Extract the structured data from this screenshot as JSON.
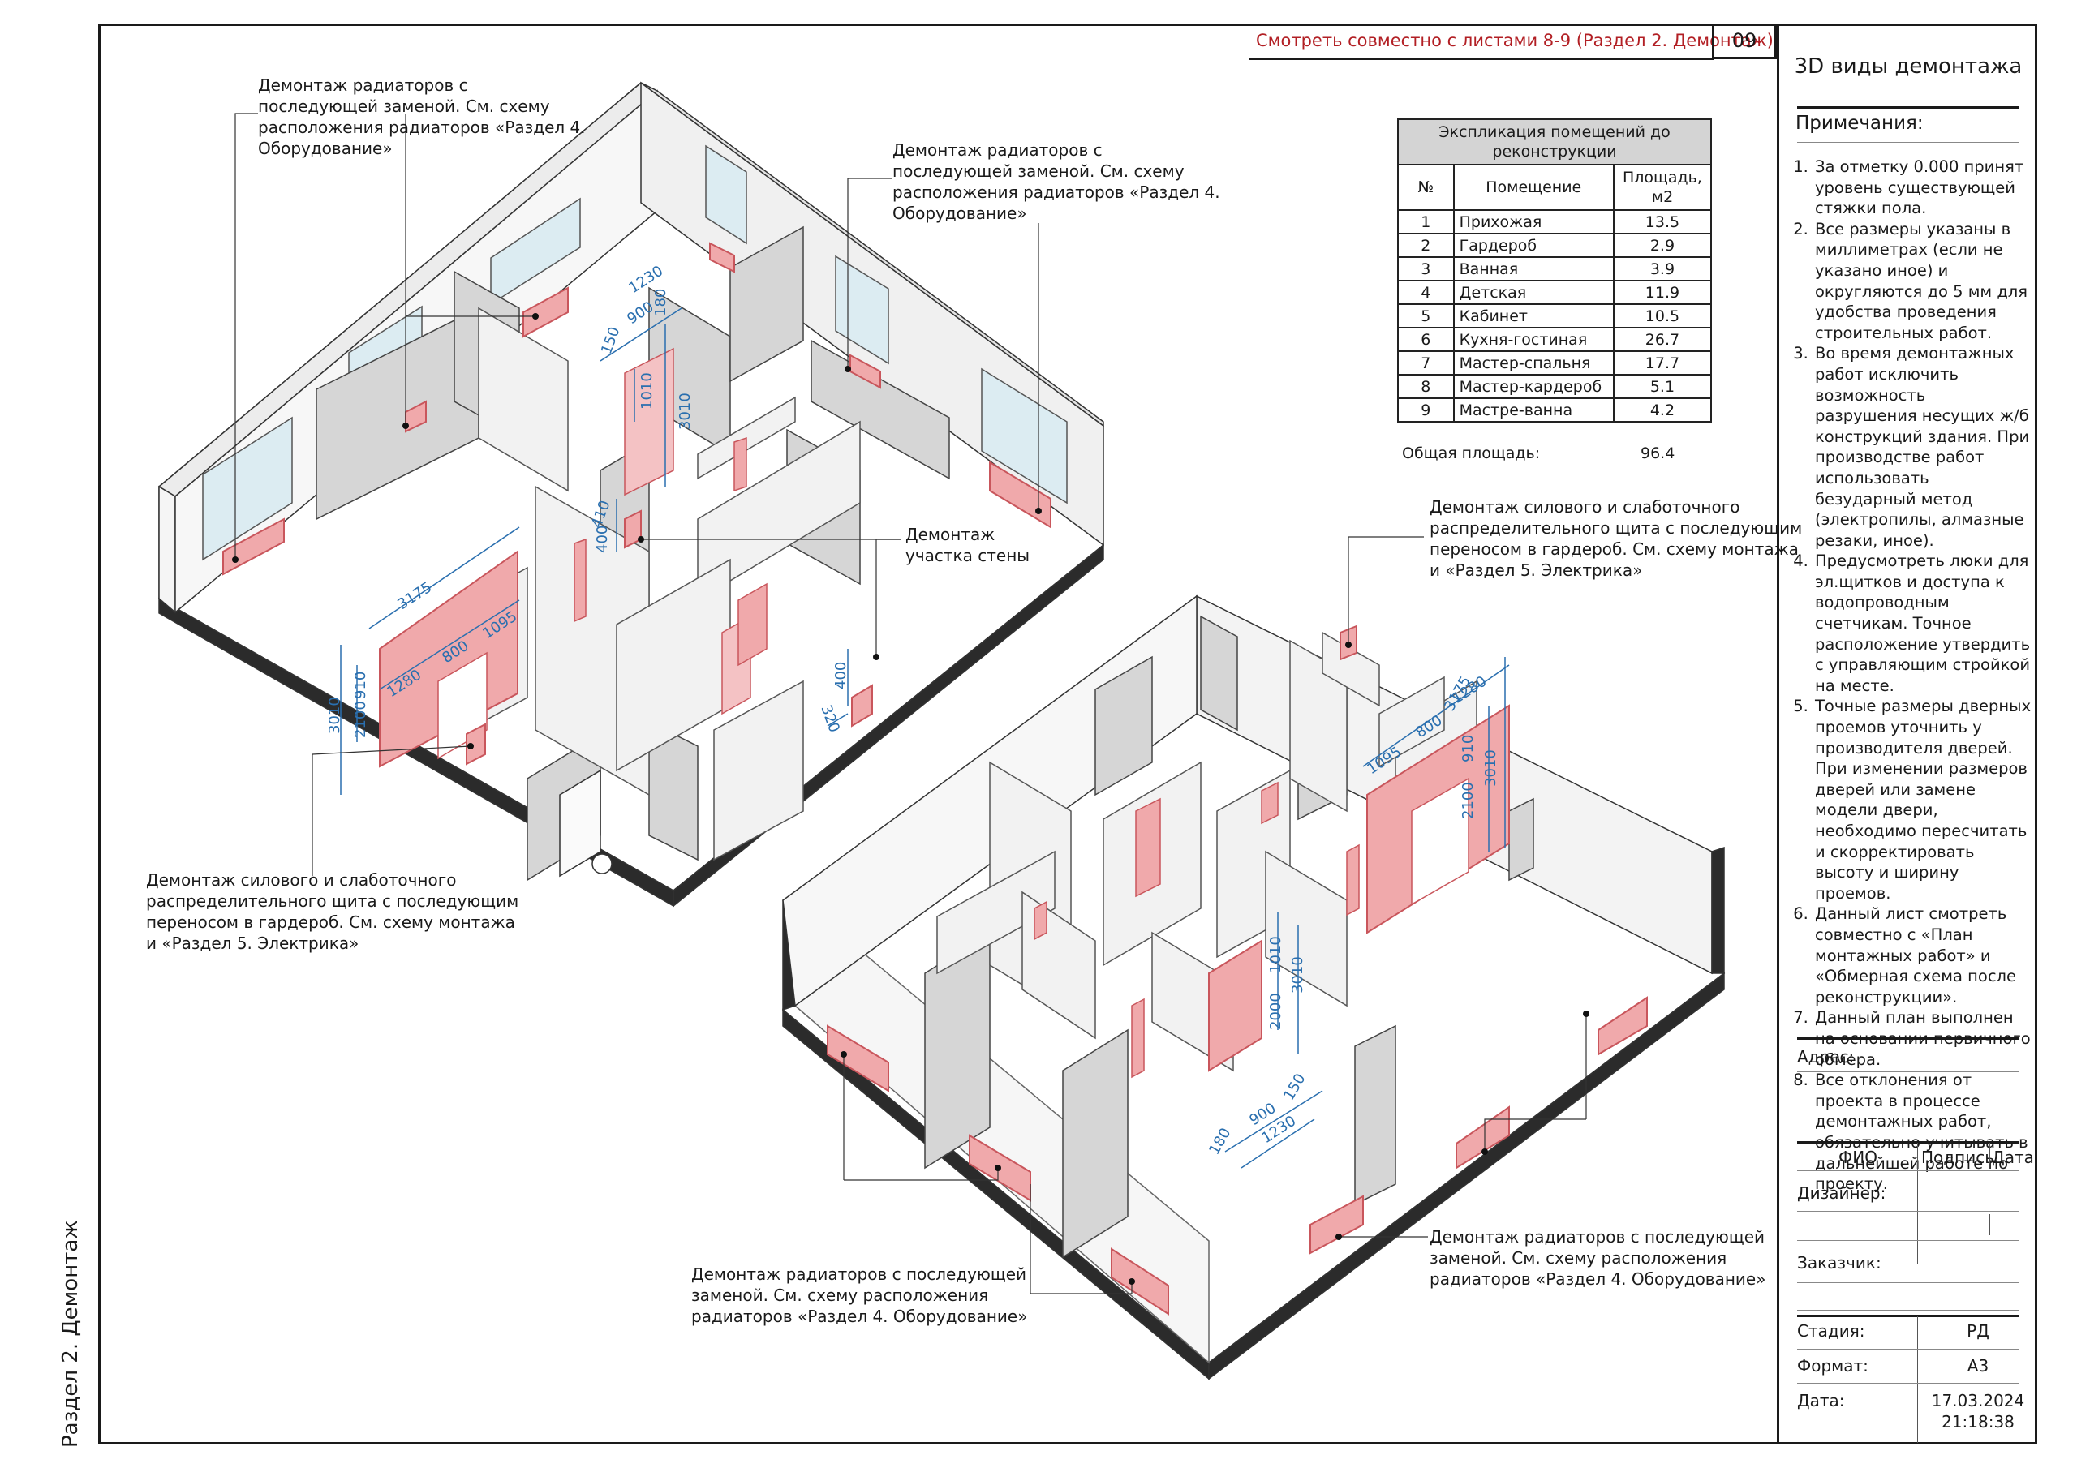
{
  "header": {
    "reference_note": "Смотреть совместно с листами 8-9 (Раздел 2. Демонтаж)",
    "sheet_number": "09"
  },
  "side_label": "Раздел 2. Демонтаж",
  "title_block": {
    "title": "3D виды демонтажа",
    "notes_heading": "Примечания:",
    "notes": [
      "За отметку 0.000 принят уровень существующей стяжки пола.",
      "Все размеры указаны в миллиметрах (если не указано иное) и округляются до 5 мм для удобства проведения строительных работ.",
      "Во время демонтажных работ исключить возможность разрушения несущих ж/б конструкций здания. При производстве работ использовать безударный метод (электропилы, алмазные резаки, иное).",
      "Предусмотреть люки для эл.щитков и доступа к водопроводным счетчикам. Точное расположение утвердить с управляющим стройкой на месте.",
      "Точные размеры дверных проемов уточнить у производителя дверей. При изменении размеров дверей или замене модели двери, необходимо пересчитать и скорректировать высоту и ширину проемов.",
      "Данный лист смотреть совместно с «План монтажных работ» и «Обмерная схема после реконструкции».",
      "Данный план выполнен на основании первичного обмера.",
      "Все отклонения от проекта в процессе демонтажных работ, обязательно учитывать в дальнейшей работе по проекту."
    ],
    "address_label": "Адрес:",
    "sign_table": {
      "fio": "ФИО",
      "signature": "Подпись",
      "date": "Дата"
    },
    "designer_label": "Дизайнер:",
    "customer_label": "Заказчик:",
    "stage_label": "Стадия:",
    "stage_value": "РД",
    "format_label": "Формат:",
    "format_value": "А3",
    "date_label": "Дата:",
    "date_value": "17.03.2024",
    "time_value": "21:18:38"
  },
  "explication": {
    "title": "Экспликация помещений до реконструкции",
    "col_no": "№",
    "col_room": "Помещение",
    "col_area": "Площадь, м2",
    "rows": [
      {
        "no": "1",
        "room": "Прихожая",
        "area": "13.5"
      },
      {
        "no": "2",
        "room": "Гардероб",
        "area": "2.9"
      },
      {
        "no": "3",
        "room": "Ванная",
        "area": "3.9"
      },
      {
        "no": "4",
        "room": "Детская",
        "area": "11.9"
      },
      {
        "no": "5",
        "room": "Кабинет",
        "area": "10.5"
      },
      {
        "no": "6",
        "room": "Кухня-гостиная",
        "area": "26.7"
      },
      {
        "no": "7",
        "room": "Мастер-спальня",
        "area": "17.7"
      },
      {
        "no": "8",
        "room": "Мастер-кардероб",
        "area": "5.1"
      },
      {
        "no": "9",
        "room": "Мастре-ванна",
        "area": "4.2"
      }
    ],
    "total_label": "Общая площадь:",
    "total_value": "96.4"
  },
  "annotations": {
    "radiators_top_left": "Демонтаж радиаторов с\nпоследующей заменой. См. схему\nрасположения радиаторов «Раздел 4.\nОборудование»",
    "radiators_top_mid": "Демонтаж радиаторов с\nпоследующей заменой. См. схему\nрасположения радиаторов «Раздел 4.\nОборудование»",
    "wall_part": "Демонтаж\nучастка стены",
    "panel_left": "Демонтаж силового и слаботочного\nраспределительного щита с последующим\nпереносом в гардероб. См. схему монтажа\nи «Раздел 5. Электрика»",
    "panel_right": "Демонтаж силового и слаботочного\nраспределительного щита с последующим\nпереносом в гардероб. См. схему монтажа\nи «Раздел 5. Электрика»",
    "radiators_bottom_mid": "Демонтаж радиаторов с последующей\nзаменой. См. схему расположения\nрадиаторов «Раздел 4. Оборудование»",
    "radiators_bottom_right": "Демонтаж радиаторов с последующей\nзаменой. См. схему расположения\nрадиаторов «Раздел 4. Оборудование»"
  },
  "dimensions": {
    "top_view": [
      "1230",
      "900",
      "180",
      "150",
      "1010",
      "3010",
      "410",
      "400",
      "3175",
      "1095",
      "800",
      "1280",
      "910",
      "2100",
      "3010",
      "400",
      "320"
    ],
    "bottom_view": [
      "1095",
      "3175",
      "800",
      "1280",
      "910",
      "2100",
      "3010",
      "1010",
      "3010",
      "2000",
      "150",
      "900",
      "1230",
      "180"
    ]
  },
  "colors": {
    "demolition_fill": "#f0a9ab",
    "demolition_stroke": "#c9565c",
    "wall_light": "#f7f7f7",
    "wall_shade": "#d9d9d9",
    "floor": "#ffffff",
    "dimension": "#2a6faf",
    "reference_red": "#b21f24"
  }
}
